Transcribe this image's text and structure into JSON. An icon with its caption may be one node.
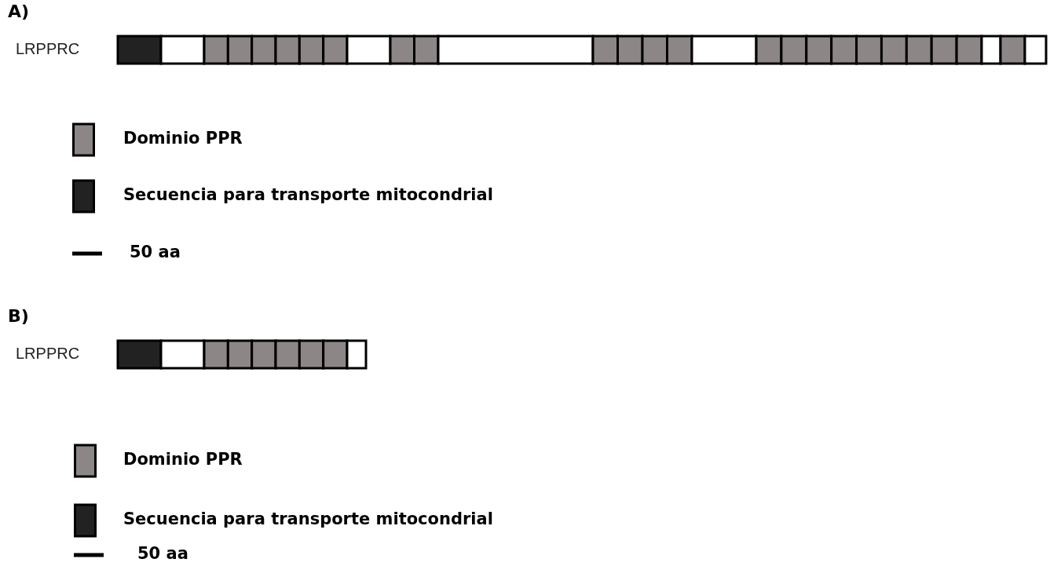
{
  "diagram": {
    "labels": [
      "A)",
      "LRPPRC",
      "B)",
      "LRPPRC"
    ],
    "legend": [
      {
        "text": "Dominio PPR",
        "color": "#8c8686"
      },
      {
        "text": "Secuencia para transporte mitocondrial",
        "color": "#222222"
      },
      {
        "text": "50 aa"
      },
      {
        "text": "Dominio PPR",
        "color": "#8c8686"
      },
      {
        "text": "Secuencia para transporte mitocondrial",
        "color": "#222222"
      },
      {
        "text": "50 aa"
      }
    ]
  }
}
